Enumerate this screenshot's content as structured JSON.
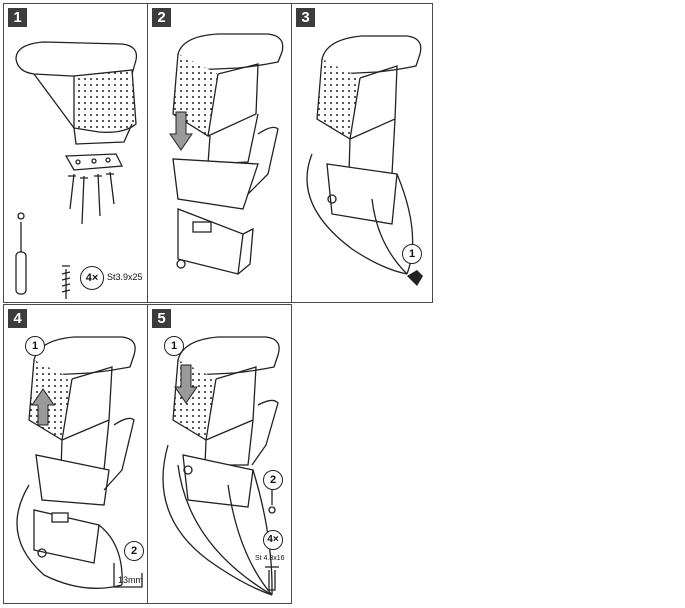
{
  "steps": [
    {
      "number": "1",
      "screw_count": "4×",
      "screw_spec": "St3.9x25"
    },
    {
      "number": "2"
    },
    {
      "number": "3",
      "callouts": [
        "1"
      ]
    },
    {
      "number": "4",
      "callouts": [
        "1",
        "2"
      ],
      "drill_spec": "13mm"
    },
    {
      "number": "5",
      "callouts": [
        "1",
        "2"
      ],
      "screw_count": "4×",
      "screw_spec": "St 4.8x16"
    }
  ],
  "colors": {
    "line": "#222222",
    "frame": "#4a4a4a",
    "badge": "#3c3c3c",
    "arrow_fill": "#9a9a9a"
  }
}
